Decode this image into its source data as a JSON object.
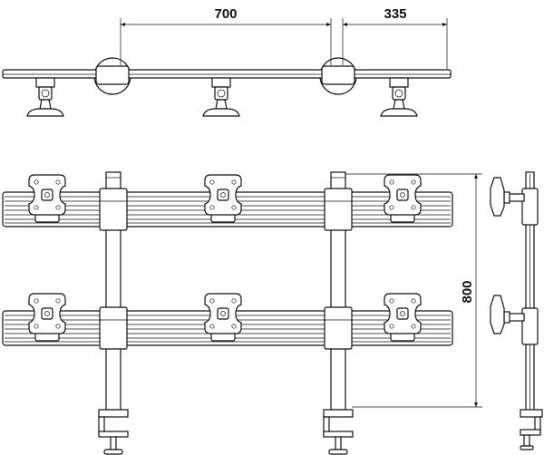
{
  "diagram": {
    "dimensions": {
      "top_span": "700",
      "top_overhang": "335",
      "height": "800"
    },
    "views": [
      "top-view",
      "front-view",
      "side-view"
    ],
    "colors": {
      "line": "#111111",
      "background": "#ffffff"
    }
  }
}
